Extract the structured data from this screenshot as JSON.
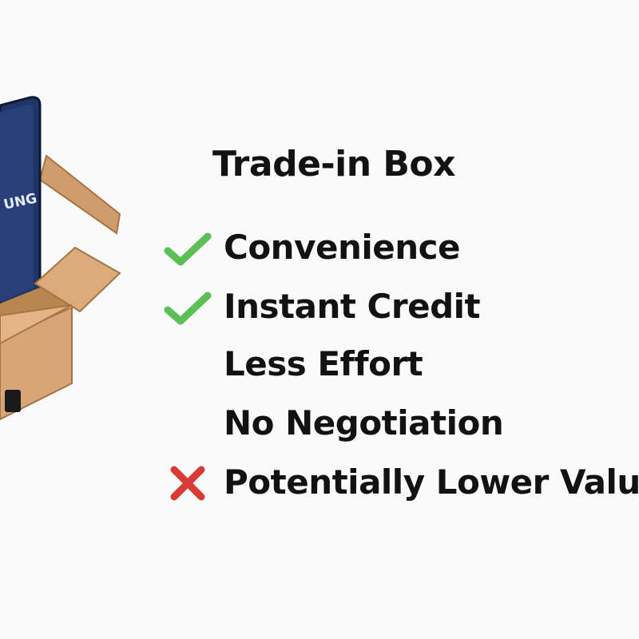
{
  "brand": {
    "wordmark": "UNG"
  },
  "heading": {
    "title": "Trade-in Box"
  },
  "items": [
    {
      "text": "Convenience",
      "marker": "check-icon",
      "color": "#5cbf56"
    },
    {
      "text": "Instant Credit",
      "marker": "check-icon",
      "color": "#5cbf56"
    },
    {
      "text": "Less Effort",
      "marker": "none"
    },
    {
      "text": "No Negotiation",
      "marker": "none"
    },
    {
      "text": "Potentially Lower Valu",
      "marker": "cross-icon",
      "color": "#d93a36"
    }
  ],
  "colors": {
    "background": "#fafafa",
    "text": "#121212",
    "box": "#d4a273",
    "phone": "#1f3566"
  }
}
